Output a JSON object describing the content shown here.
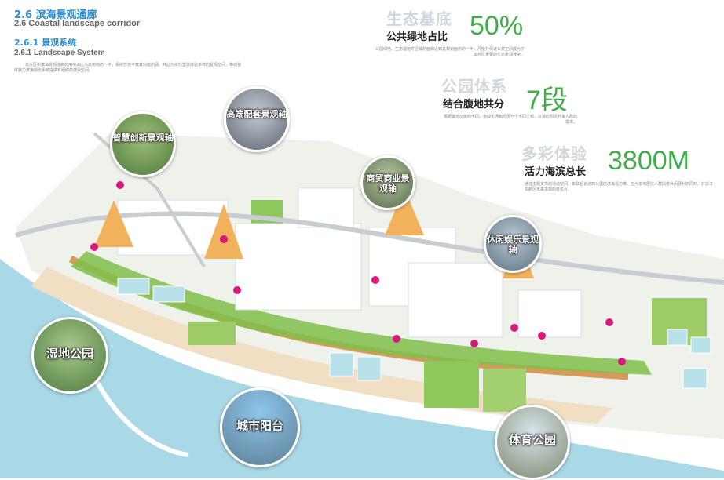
{
  "header": {
    "section_cn": "2.6 滨海景观通廊",
    "section_en": "2.6 Coastal landscape corridor",
    "subsection_cn": "2.6.1 景观系统",
    "subsection_en": "2.6.1 Landscape System",
    "intro": "本片区中滨海景观通廊的用地占比为总用地的一半，系统性地丰富其功能内涵。并此为依托塑造体验多样的景观空间，带动整体魅力滨海观光系统提供有组织的感受空间。"
  },
  "stats": [
    {
      "category": "生态基底",
      "subtitle": "公共绿地占比",
      "value": "50%",
      "desc": "公园绿地、生态湿地等区域的面积达到总规划面积的一半，尺度并保证公共空间成为了本片区重要的生态景观骨架。"
    },
    {
      "category": "公园体系",
      "subtitle": "结合腹地共分",
      "value": "7段",
      "desc": "根据腹地功能的不同，将绿化通廊范围七个不同主题，以适应附近社来人群的需求。"
    },
    {
      "category": "多彩体验",
      "subtitle": "活力海滨总长",
      "value": "3800M",
      "desc": "通过主题多样的活动空间，串联起长达四公里的滨海活力带。在为本地居住人群提供休闲便利的同时，打造江东新区未来发展的金名片。"
    }
  ],
  "callouts": [
    {
      "label": "智慧创新景观轴"
    },
    {
      "label": "高端配套景观轴"
    },
    {
      "label": "商贸商业景观轴"
    },
    {
      "label": "休闲娱乐景观轴"
    },
    {
      "label": "湿地公园"
    },
    {
      "label": "城市阳台"
    },
    {
      "label": "体育公园"
    }
  ],
  "colors": {
    "accent_blue": "#2a8fd6",
    "accent_green": "#3fae49",
    "pin": "#d6197a",
    "water": "#a9d9e6",
    "greenland": "#7fbf4a",
    "path": "#d69a5a"
  }
}
